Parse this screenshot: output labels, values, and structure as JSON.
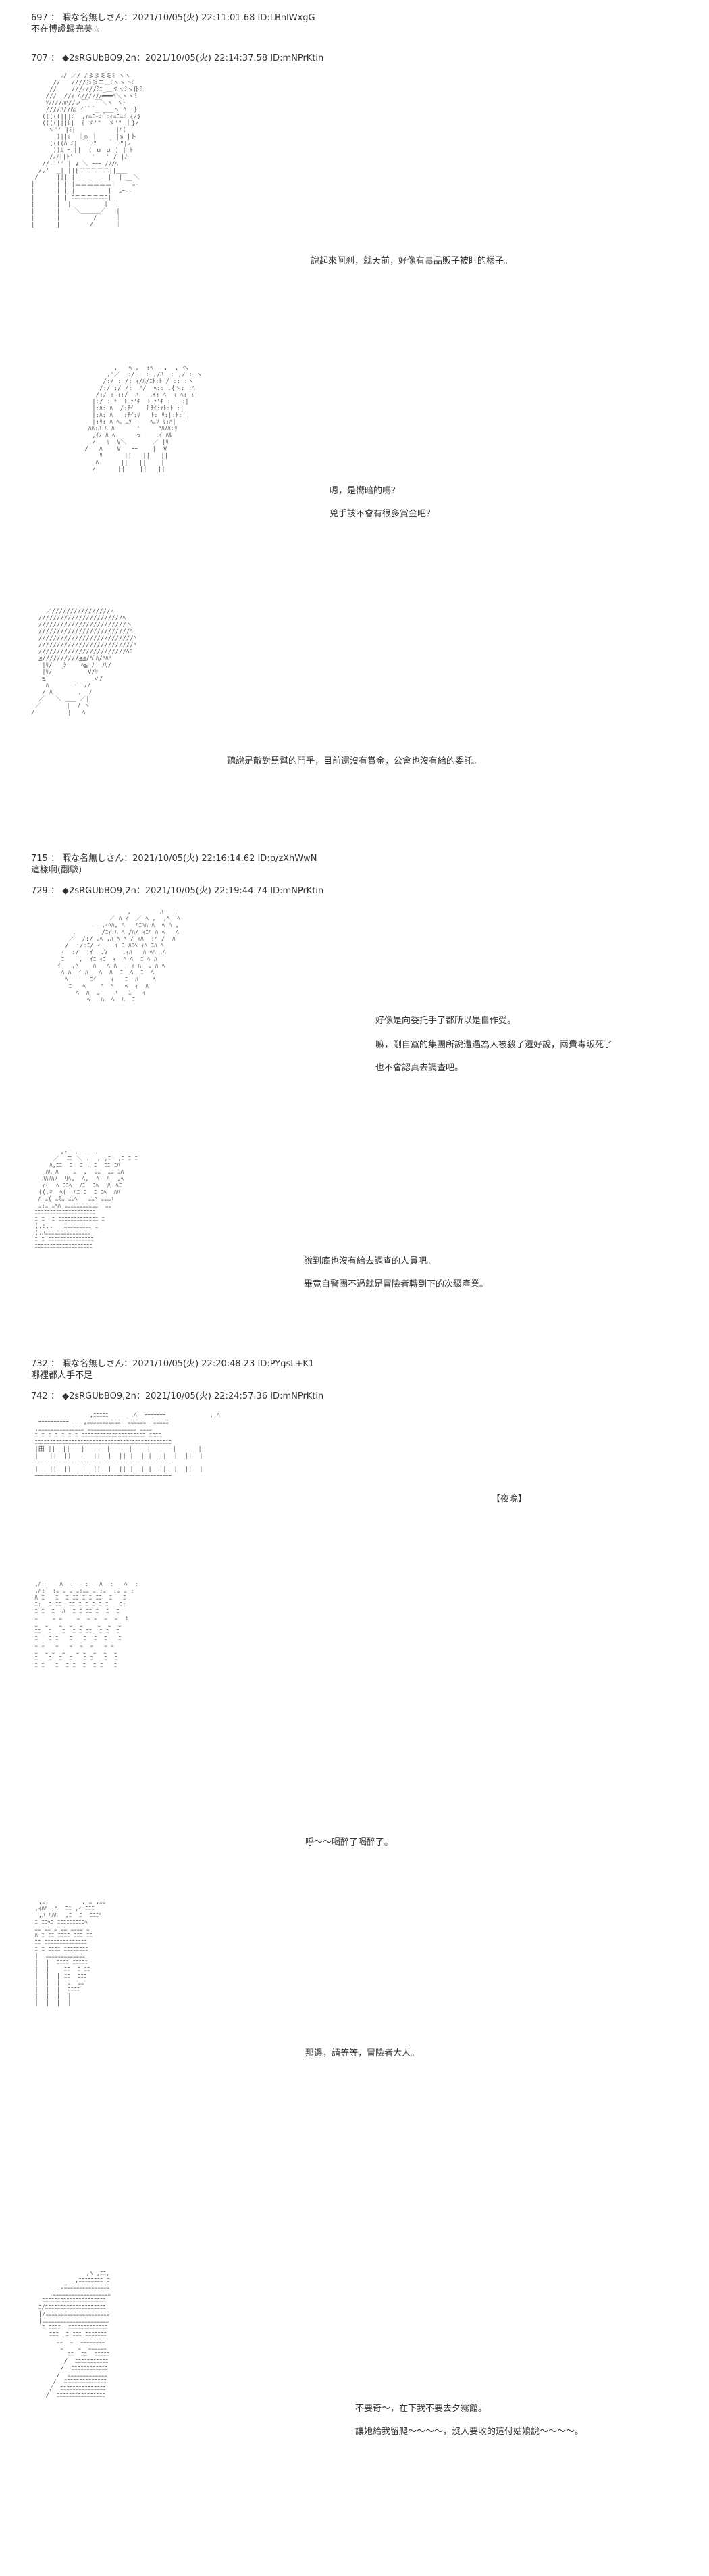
{
  "posts": [
    {
      "header": "697 ： 暇な名無しさん：2021/10/05(火) 22:11:01.68 ID:LBnlWxgG",
      "body": "不在博證歸完美☆"
    },
    {
      "header": "707 ： ◆2sRGUbBO9,2n：2021/10/05(火) 22:14:37.58 ID:mNPrKtin"
    },
    {
      "header": "715 ： 暇な名無しさん：2021/10/05(火) 22:16:14.62 ID:p/zXhWwN",
      "body": "這樣啊(翻驗)"
    },
    {
      "header": "729 ： ◆2sRGUbBO9,2n：2021/10/05(火) 22:19:44.74 ID:mNPrKtin"
    },
    {
      "header": "732 ： 暇な名無しさん：2021/10/05(火) 22:20:48.23 ID:PYgsL+K1",
      "body": "哪裡都人手不足"
    },
    {
      "header": "742 ： ◆2sRGUbBO9,2n：2021/10/05(火) 22:24:57.36 ID:mNPrKtin"
    }
  ],
  "lines": {
    "l1": "說起來阿刹，就天前，好像有毒品販子被盯的樣子。",
    "l2": "嗯，是嚮暗的嗎？",
    "l3": "兇手該不會有很多賞金吧？",
    "l4": "聽說是敵對黑幫的鬥爭，目前還沒有賞金，公會也沒有給的委託。",
    "l5": "好像是向委托手了都所以是自作受。",
    "l6": "嘛，剛自黨的集團所說遭遇為人被殺了還好說，兩費毒販死了",
    "l7": "也不會認真去調查吧。",
    "l8": "說到底也沒有給去調查的人員吧。",
    "l9": "畢竟自警團不過就是冒險者轉到下的次級產業。",
    "l10": "【夜晚】",
    "l11": "呼～～喝醉了喝醉了。",
    "l12": "那邊，請等等，冒險者大人。",
    "l13": "不要奇～，在下我不要去夕霧館。",
    "l14": "讓她給我留爬～～～～，沒人要收的這付姑娘說～～～～。"
  }
}
